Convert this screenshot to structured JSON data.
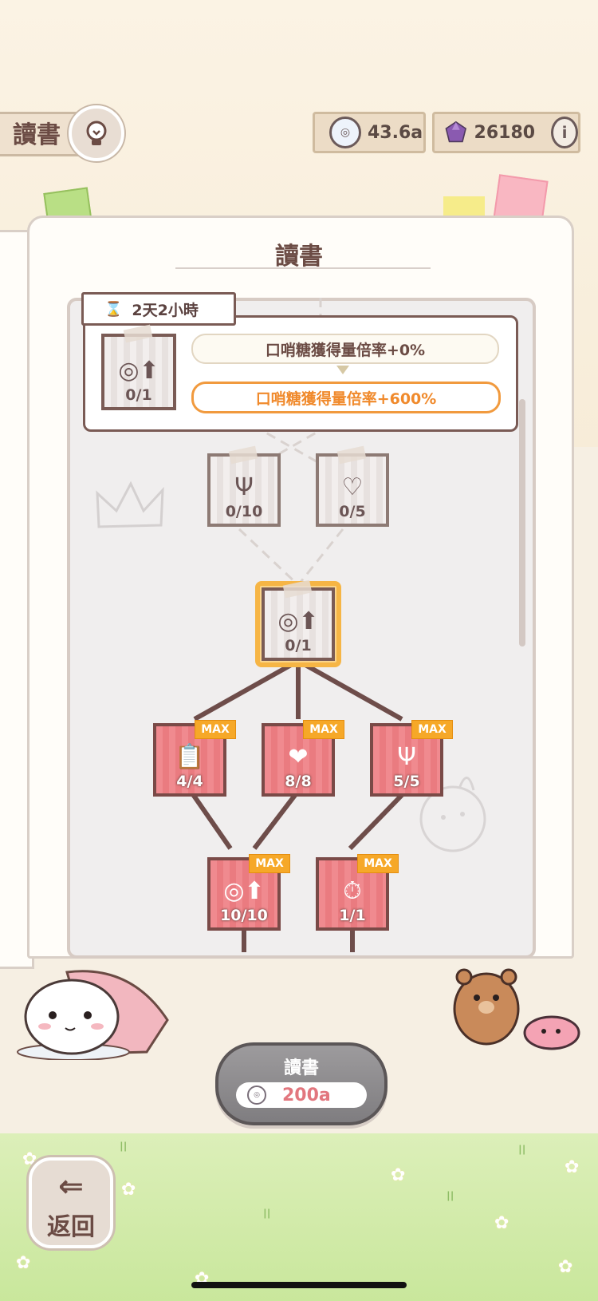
{
  "header": {
    "title": "讀書",
    "currency": {
      "coin_value": "43.6a",
      "gem_value": "26180"
    }
  },
  "book": {
    "title": "讀書",
    "timer": "2天2小時",
    "effect_current": "口哨糖獲得量倍率+0%",
    "effect_next": "口哨糖獲得量倍率+600%",
    "cover_level": "0/1"
  },
  "nodes": [
    {
      "level": "0/10",
      "icon": "claw-icon",
      "state": "locked"
    },
    {
      "level": "0/5",
      "icon": "heart-bun-icon",
      "state": "locked"
    },
    {
      "level": "0/1",
      "icon": "candy-up-icon",
      "state": "selected"
    },
    {
      "level": "4/4",
      "icon": "notebook-timer-icon",
      "state": "max"
    },
    {
      "level": "8/8",
      "icon": "sack-heart-icon",
      "state": "max"
    },
    {
      "level": "5/5",
      "icon": "claw-icon",
      "state": "max"
    },
    {
      "level": "10/10",
      "icon": "candy-up-icon",
      "state": "max"
    },
    {
      "level": "1/1",
      "icon": "sack-timer-icon",
      "state": "max"
    }
  ],
  "max_badge": "MAX",
  "read_button": {
    "label": "讀書",
    "cost": "200a"
  },
  "back_button": {
    "label": "返回"
  },
  "colors": {
    "accent_orange": "#f08a2c",
    "node_pink": "#ea7b80",
    "frame_brown": "#7a5b55"
  }
}
